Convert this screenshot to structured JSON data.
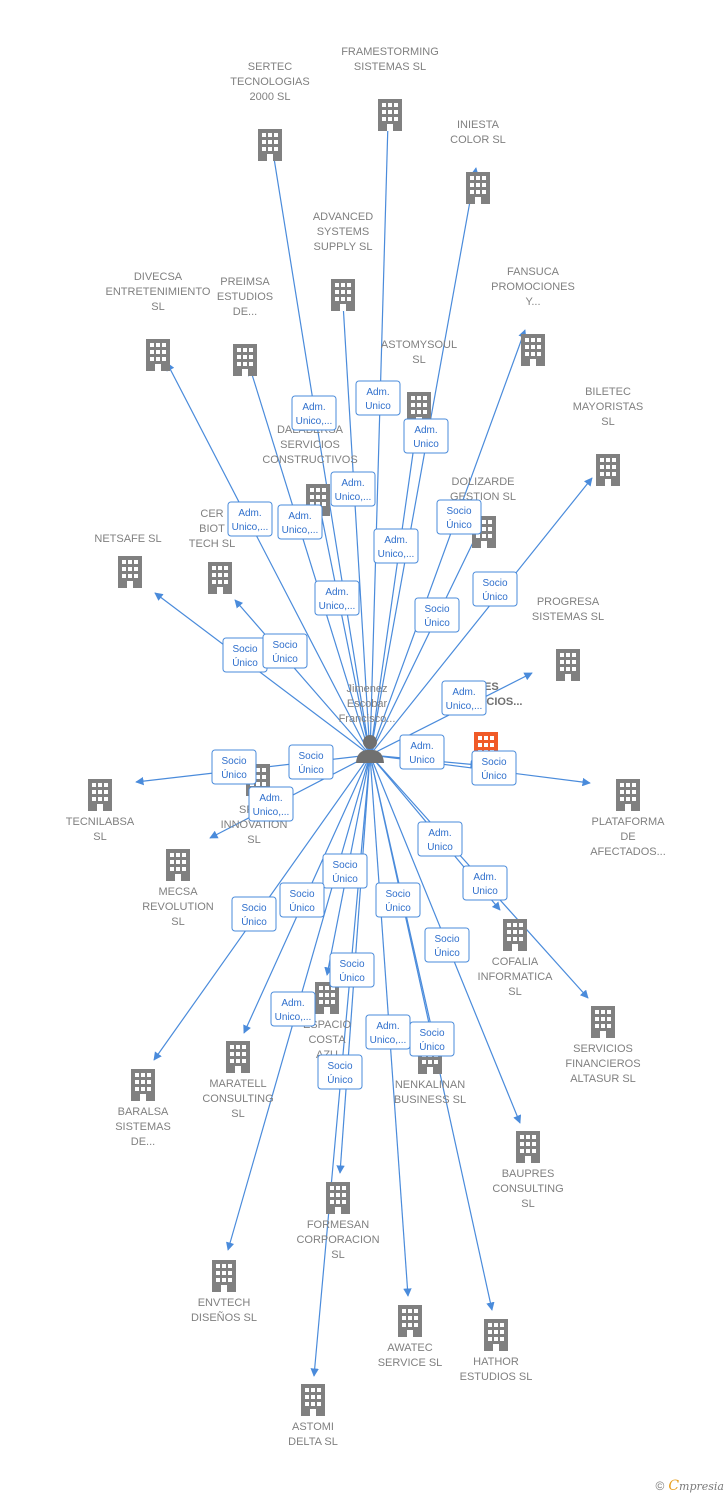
{
  "person": {
    "label": [
      "Jimenez",
      "Escobar",
      "Francisco..."
    ]
  },
  "colors": {
    "edge": "#4a8bdb",
    "building": "#808080",
    "highlight": "#f05a28"
  },
  "nodes": [
    {
      "id": "framestorming",
      "label": [
        "FRAMESTORMING",
        "SISTEMAS  SL"
      ]
    },
    {
      "id": "sertec",
      "label": [
        "SERTEC",
        "TECNOLOGIAS",
        "2000  SL"
      ]
    },
    {
      "id": "iniesta",
      "label": [
        "INIESTA",
        "COLOR  SL"
      ]
    },
    {
      "id": "advanced",
      "label": [
        "ADVANCED",
        "SYSTEMS",
        "SUPPLY  SL"
      ]
    },
    {
      "id": "fansuca",
      "label": [
        "FANSUCA",
        "PROMOCIONES",
        "Y..."
      ]
    },
    {
      "id": "divecsa",
      "label": [
        "DIVECSA",
        "ENTRETENIMIENTO",
        "SL"
      ]
    },
    {
      "id": "preimsa",
      "label": [
        "PREIMSA",
        "ESTUDIOS",
        "DE..."
      ]
    },
    {
      "id": "astomysoul",
      "label": [
        "ASTOMYSOUL",
        "SL"
      ]
    },
    {
      "id": "biletec",
      "label": [
        "BILETEC",
        "MAYORISTAS",
        "SL"
      ]
    },
    {
      "id": "dalabersa",
      "label": [
        "DALABERSA",
        "SERVICIOS",
        "CONSTRUCTIVOS"
      ]
    },
    {
      "id": "dolizarde",
      "label": [
        "DOLIZARDE",
        "GESTION  SL"
      ]
    },
    {
      "id": "cer",
      "label": [
        "CER",
        "BIOT",
        "TECH  SL"
      ]
    },
    {
      "id": "netsafe",
      "label": [
        "NETSAFE  SL"
      ]
    },
    {
      "id": "progresa",
      "label": [
        "PROGRESA",
        "SISTEMAS  SL"
      ]
    },
    {
      "id": "les",
      "label": [
        "LES",
        "SERVICIOS..."
      ]
    },
    {
      "id": "tecnilabsa",
      "label": [
        "TECNILABSA",
        "SL"
      ]
    },
    {
      "id": "spec",
      "label": [
        "SPEC",
        "INNOVATION",
        "SL"
      ]
    },
    {
      "id": "plataforma",
      "label": [
        "PLATAFORMA",
        "DE",
        "AFECTADOS..."
      ]
    },
    {
      "id": "mecsa",
      "label": [
        "MECSA",
        "REVOLUTION",
        "SL"
      ]
    },
    {
      "id": "cofalia",
      "label": [
        "COFALIA",
        "INFORMATICA",
        "SL"
      ]
    },
    {
      "id": "servicios",
      "label": [
        "SERVICIOS",
        "FINANCIEROS",
        "ALTASUR  SL"
      ]
    },
    {
      "id": "espacio",
      "label": [
        "ESPACIO",
        "COSTA",
        "AZU"
      ]
    },
    {
      "id": "baralsa",
      "label": [
        "BARALSA",
        "SISTEMAS",
        "DE..."
      ]
    },
    {
      "id": "maratell",
      "label": [
        "MARATELL",
        "CONSULTING",
        "SL"
      ]
    },
    {
      "id": "nenkalinan",
      "label": [
        "NENKALINAN",
        "BUSINESS  SL"
      ]
    },
    {
      "id": "baupres",
      "label": [
        "BAUPRES",
        "CONSULTING",
        "SL"
      ]
    },
    {
      "id": "formesan",
      "label": [
        "FORMESAN",
        "CORPORACION",
        "SL"
      ]
    },
    {
      "id": "envtech",
      "label": [
        "ENVTECH",
        "DISEÑOS  SL"
      ]
    },
    {
      "id": "awatec",
      "label": [
        "AWATEC",
        "SERVICE  SL"
      ]
    },
    {
      "id": "hathor",
      "label": [
        "HATHOR",
        "ESTUDIOS  SL"
      ]
    },
    {
      "id": "astomi",
      "label": [
        "ASTOMI",
        "DELTA  SL"
      ]
    }
  ],
  "relations": [
    {
      "id": "r1",
      "label": [
        "Adm.",
        "Unico,..."
      ]
    },
    {
      "id": "r2",
      "label": [
        "Adm.",
        "Unico"
      ]
    },
    {
      "id": "r3",
      "label": [
        "Adm.",
        "Unico"
      ]
    },
    {
      "id": "r4",
      "label": [
        "Adm.",
        "Unico,..."
      ]
    },
    {
      "id": "r5",
      "label": [
        "Adm.",
        "Unico,..."
      ]
    },
    {
      "id": "r6",
      "label": [
        "Adm.",
        "Unico,..."
      ]
    },
    {
      "id": "r7",
      "label": [
        "Socio",
        "Único"
      ]
    },
    {
      "id": "r8",
      "label": [
        "Adm.",
        "Unico,..."
      ]
    },
    {
      "id": "r9",
      "label": [
        "Socio",
        "Único"
      ]
    },
    {
      "id": "r10",
      "label": [
        "Adm.",
        "Unico,..."
      ]
    },
    {
      "id": "r11",
      "label": [
        "Socio",
        "Único"
      ]
    },
    {
      "id": "r12",
      "label": [
        "Socio",
        "Único"
      ]
    },
    {
      "id": "r13",
      "label": [
        "Socio",
        "Único"
      ]
    },
    {
      "id": "r14",
      "label": [
        "Adm.",
        "Unico,..."
      ]
    },
    {
      "id": "r15",
      "label": [
        "Adm.",
        "Unico"
      ]
    },
    {
      "id": "r16",
      "label": [
        "Socio",
        "Único"
      ]
    },
    {
      "id": "r17",
      "label": [
        "Socio",
        "Único"
      ]
    },
    {
      "id": "r18",
      "label": [
        "Socio",
        "Único"
      ]
    },
    {
      "id": "r19",
      "label": [
        "Adm.",
        "Unico,..."
      ]
    },
    {
      "id": "r20",
      "label": [
        "Adm.",
        "Unico"
      ]
    },
    {
      "id": "r21",
      "label": [
        "Socio",
        "Único"
      ]
    },
    {
      "id": "r22",
      "label": [
        "Adm.",
        "Unico"
      ]
    },
    {
      "id": "r23",
      "label": [
        "Socio",
        "Único"
      ]
    },
    {
      "id": "r24",
      "label": [
        "Socio",
        "Único"
      ]
    },
    {
      "id": "r25",
      "label": [
        "Socio",
        "Único"
      ]
    },
    {
      "id": "r26",
      "label": [
        "Socio",
        "Único"
      ]
    },
    {
      "id": "r27",
      "label": [
        "Socio",
        "Único"
      ]
    },
    {
      "id": "r28",
      "label": [
        "Adm.",
        "Unico,..."
      ]
    },
    {
      "id": "r29",
      "label": [
        "Adm.",
        "Unico,..."
      ]
    },
    {
      "id": "r30",
      "label": [
        "Socio",
        "Único"
      ]
    },
    {
      "id": "r31",
      "label": [
        "Socio",
        "Único"
      ]
    }
  ],
  "footer": {
    "copyright": "©",
    "brand_initial": "C",
    "brand_rest": "mpresia"
  }
}
